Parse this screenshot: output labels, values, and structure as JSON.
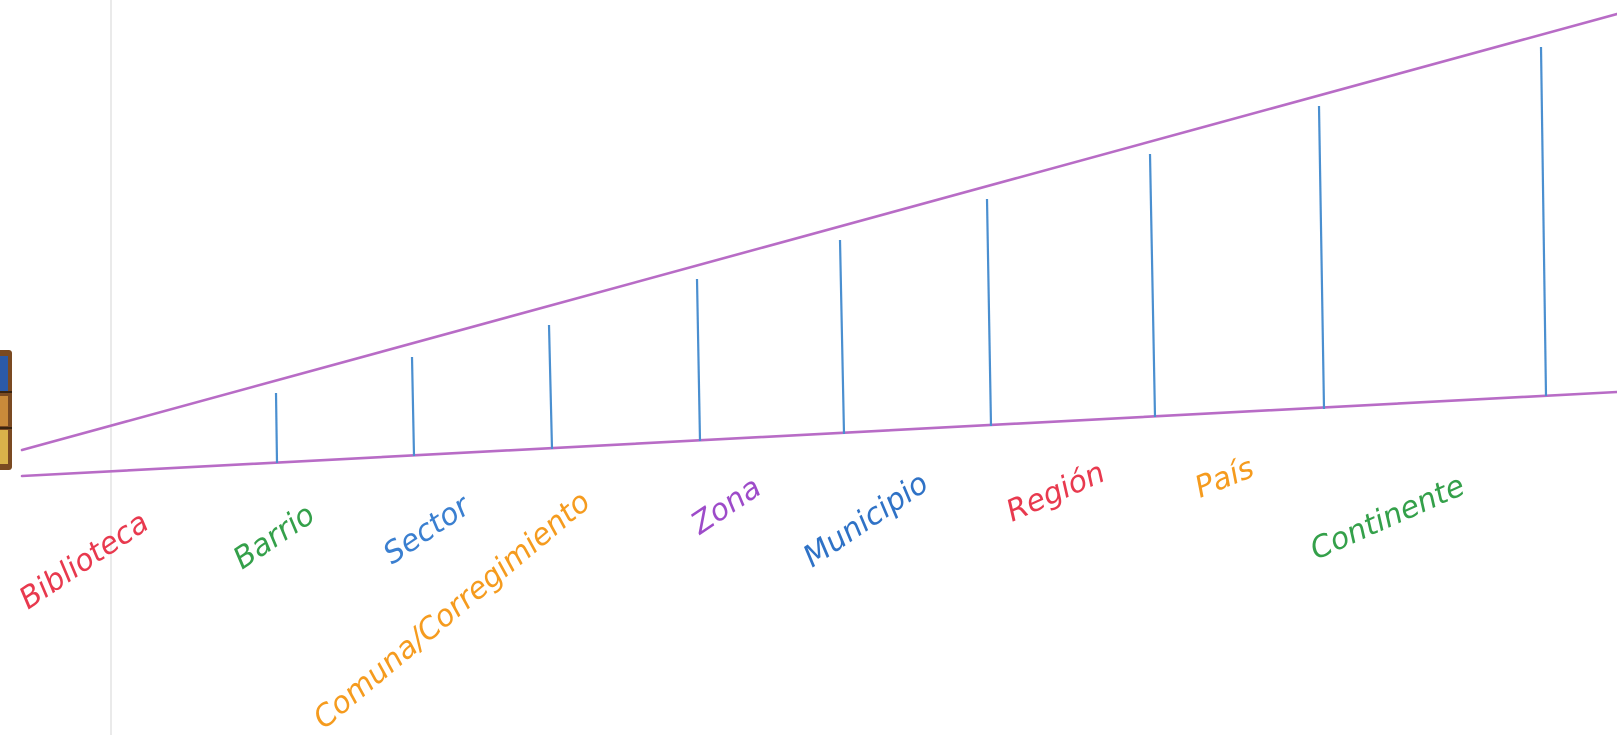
{
  "diagram": {
    "colors": {
      "outline": "#b86cc6",
      "tick": "#4a8fd0",
      "divider": "#dcdcdc"
    },
    "labels": [
      {
        "text": "Biblioteca",
        "color": "#e8394e"
      },
      {
        "text": "Barrio",
        "color": "#34a04a"
      },
      {
        "text": "Sector",
        "color": "#3a7fd0"
      },
      {
        "text": "Comuna/Corregimiento",
        "color": "#f59b1e"
      },
      {
        "text": "Zona",
        "color": "#9d4bc9"
      },
      {
        "text": "Municipio",
        "color": "#2f72c6"
      },
      {
        "text": "Región",
        "color": "#e8394e"
      },
      {
        "text": "País",
        "color": "#f59b1e"
      },
      {
        "text": "Continente",
        "color": "#34a04a"
      }
    ],
    "book_icon": "stacked-books-icon"
  }
}
